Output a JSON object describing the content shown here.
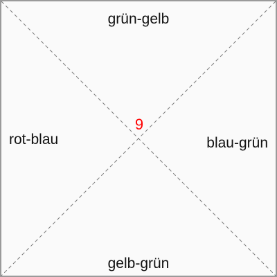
{
  "labels": {
    "top": "grün-gelb",
    "bottom": "gelb-grün",
    "left": "rot-blau",
    "right": "blau-grün"
  },
  "center": {
    "value": "9",
    "color": "#ff0000"
  },
  "colors": {
    "background": "#fafafa",
    "border": "#9a9a9a",
    "diagonal_line": "#7a7a7a",
    "text": "#111111"
  }
}
